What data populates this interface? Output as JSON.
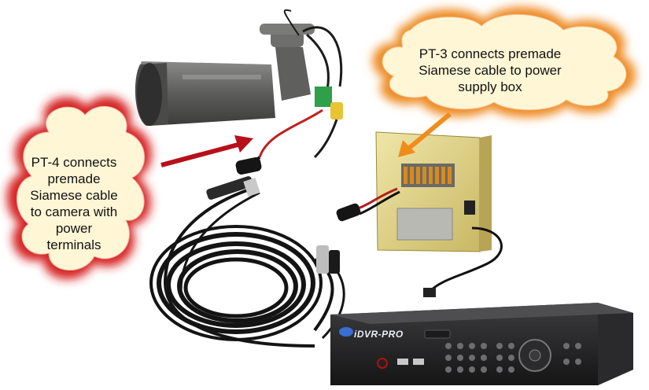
{
  "callouts": {
    "left": "PT-4 connects\npremade\nSiamese cable\nto camera with\npower\nterminals",
    "right": "PT-3 connects premade\nSiamese cable to power\nsupply box"
  },
  "dvr": {
    "brand": "iDVR-PRO"
  },
  "colors": {
    "cloud_fill": "#fff6d6",
    "cloud_glow_left": "#d62020",
    "cloud_glow_right": "#ee8a22",
    "arrow_red": "#b8101a",
    "arrow_orange": "#f08c1c"
  }
}
